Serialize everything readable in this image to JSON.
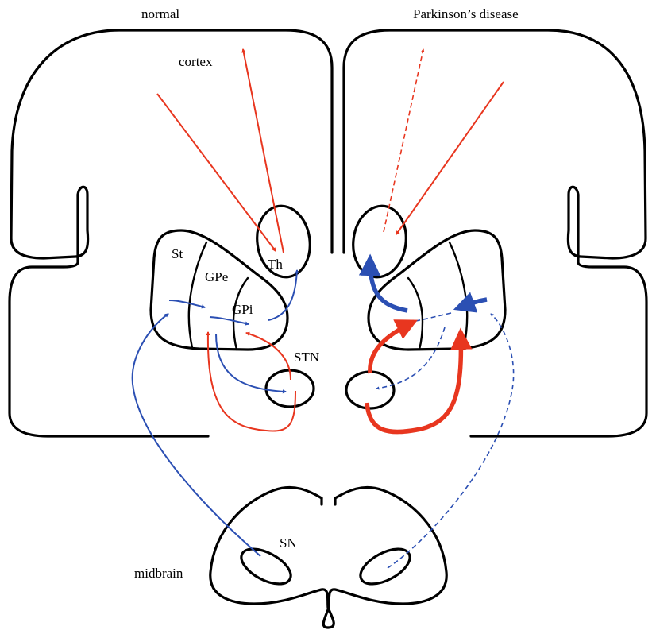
{
  "labels": {
    "normal": "normal",
    "parkinsons": "Parkinson’s disease",
    "cortex": "cortex",
    "striatum": "St",
    "gpe": "GPe",
    "gpi": "GPi",
    "thalamus": "Th",
    "stn": "STN",
    "sn": "SN",
    "midbrain": "midbrain"
  },
  "colors": {
    "excitatory": "#e8361f",
    "inhibitory": "#2b4fb3",
    "outline": "#000000"
  }
}
